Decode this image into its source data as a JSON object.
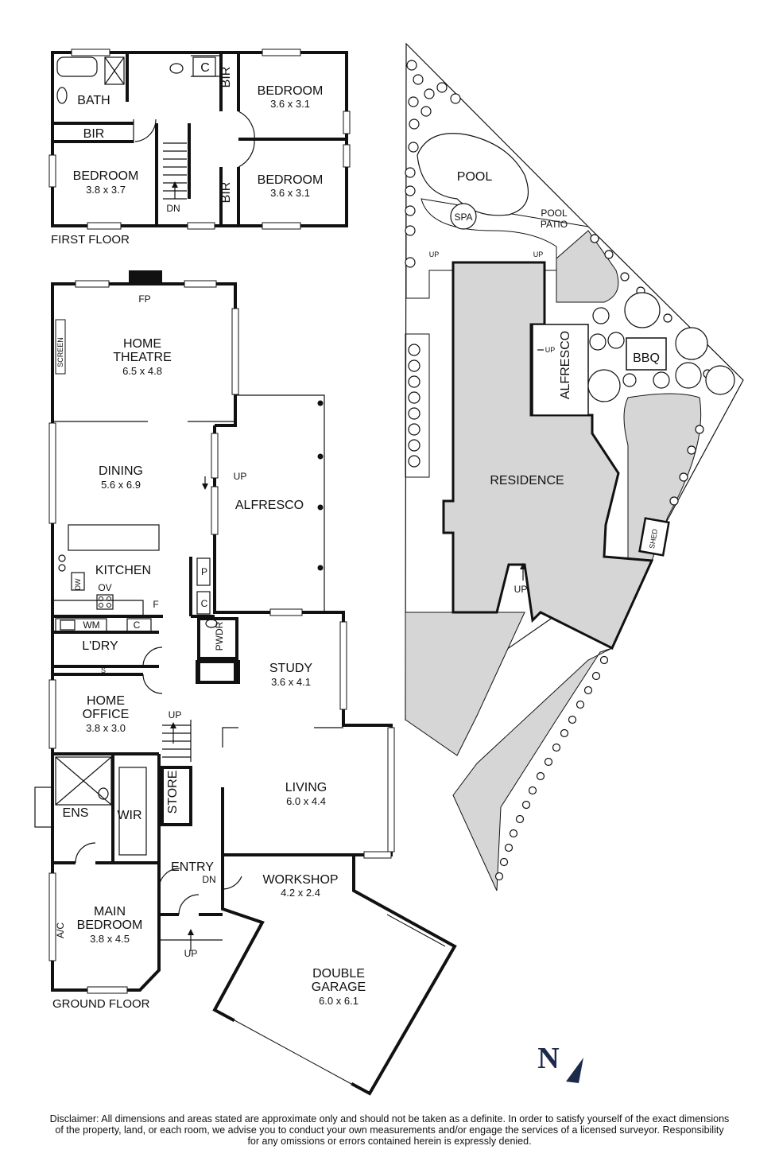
{
  "first_floor": {
    "label": "FIRST FLOOR",
    "bath": "BATH",
    "bir": "BIR",
    "bir_a": "BIR",
    "bir_b": "BIR",
    "c": "C",
    "dn": "DN",
    "bedroom1": {
      "name": "BEDROOM",
      "dim": "3.6 x 3.1"
    },
    "bedroom2": {
      "name": "BEDROOM",
      "dim": "3.6 x 3.1"
    },
    "bedroom3": {
      "name": "BEDROOM",
      "dim": "3.8 x 3.7"
    }
  },
  "ground_floor": {
    "label": "GROUND FLOOR",
    "fp": "FP",
    "screen": "SCREEN",
    "home_theatre": {
      "name1": "HOME",
      "name2": "THEATRE",
      "dim": "6.5 x 4.8"
    },
    "dining": {
      "name": "DINING",
      "dim": "5.6 x 6.9"
    },
    "alfresco": {
      "name": "ALFRESCO",
      "up": "UP"
    },
    "kitchen": {
      "name": "KITCHEN",
      "dw": "DW",
      "ov": "OV",
      "f": "F",
      "p": "P",
      "c": "C"
    },
    "laundry": {
      "name": "L'DRY",
      "wm": "WM",
      "c": "C",
      "s": "S"
    },
    "pwdr": "PWDR",
    "study": {
      "name": "STUDY",
      "dim": "3.6 x 4.1"
    },
    "home_office": {
      "name1": "HOME",
      "name2": "OFFICE",
      "dim": "3.8 x 3.0",
      "up": "UP"
    },
    "store": "STORE",
    "living": {
      "name": "LIVING",
      "dim": "6.0 x 4.4"
    },
    "ens": "ENS",
    "wir": "WIR",
    "entry": {
      "name": "ENTRY",
      "dn": "DN",
      "up": "UP"
    },
    "workshop": {
      "name": "WORKSHOP",
      "dim": "4.2 x 2.4"
    },
    "main_bedroom": {
      "name1": "MAIN",
      "name2": "BEDROOM",
      "dim": "3.8 x 4.5",
      "ac": "A/C"
    },
    "double_garage": {
      "name1": "DOUBLE",
      "name2": "GARAGE",
      "dim": "6.0 x 6.1"
    }
  },
  "site_plan": {
    "pool": "POOL",
    "spa": "SPA",
    "pool_patio1": "POOL",
    "pool_patio2": "PATIO",
    "up_left": "UP",
    "up_right": "UP",
    "alfresco": "ALFRESCO",
    "alfresco_up": "UP",
    "bbq": "BBQ",
    "residence": "RESIDENCE",
    "shed": "SHED",
    "front_up": "UP"
  },
  "compass": {
    "letter": "N"
  },
  "disclaimer": {
    "line1": "Disclaimer: All dimensions and areas stated are approximate only and should not be taken as a definite. In order to satisfy yourself of the exact dimensions",
    "line2": "of the property, land, or each room, we advise you to conduct your own measurements and/or engage the services of a licensed surveyor. Responsibility",
    "line3": "for any omissions or errors contained herein is expressly denied."
  }
}
